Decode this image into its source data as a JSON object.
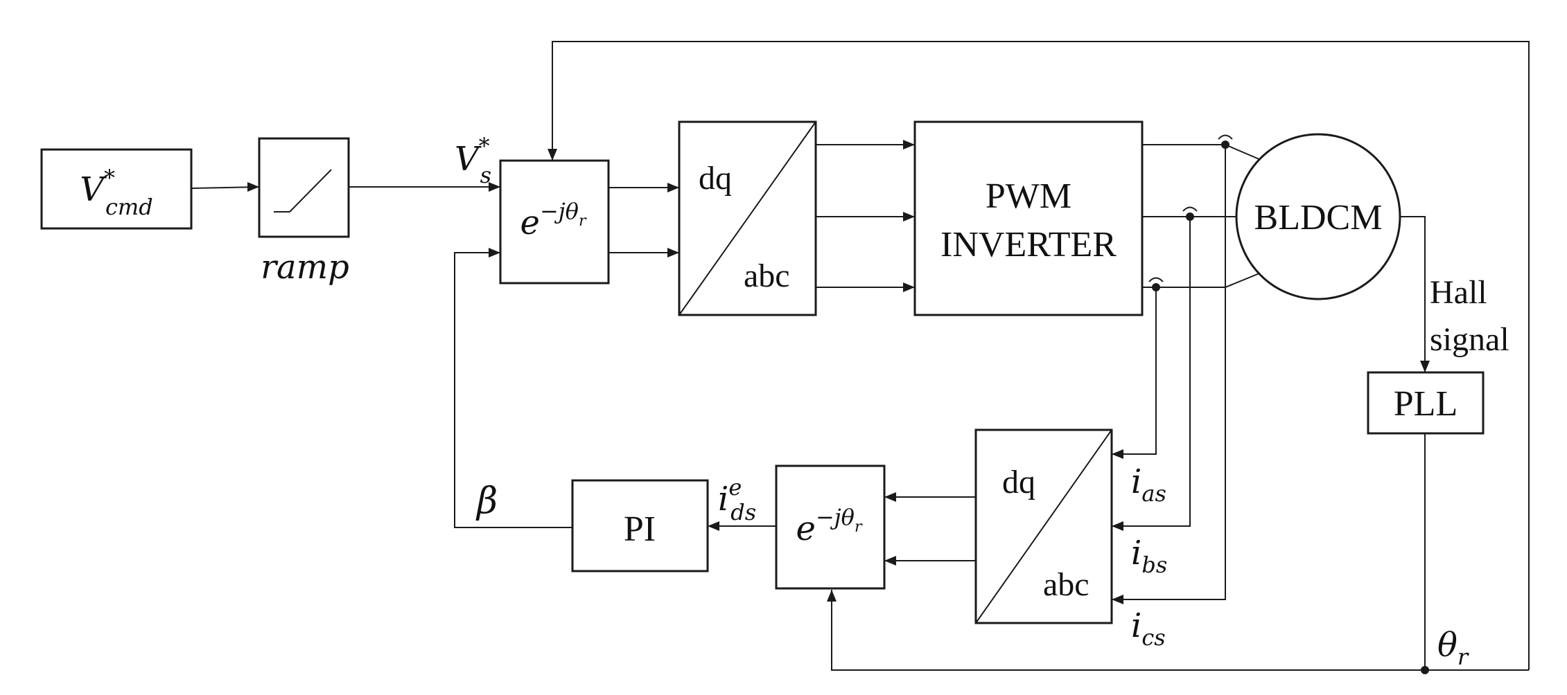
{
  "blocks": {
    "vcmd": {
      "symbol": "V",
      "sup": "*",
      "sub": "cmd"
    },
    "ramp_label": "ramp",
    "rotation1": {
      "base": "e",
      "exponent": "−jθ",
      "exp_sub": "r"
    },
    "converter1": {
      "top": "dq",
      "bottom": "abc"
    },
    "inverter": {
      "line1": "PWM",
      "line2": "INVERTER"
    },
    "motor": "BLDCM",
    "pll": "PLL",
    "converter2": {
      "top": "dq",
      "bottom": "abc"
    },
    "rotation2": {
      "base": "e",
      "exponent": "−jθ",
      "exp_sub": "r"
    },
    "pi": "PI"
  },
  "signals": {
    "vs": {
      "symbol": "V",
      "sup": "*",
      "sub": "s"
    },
    "beta": "β",
    "ids": {
      "symbol": "i",
      "sup": "e",
      "sub": "ds"
    },
    "ias": {
      "symbol": "i",
      "sub": "as"
    },
    "ibs": {
      "symbol": "i",
      "sub": "bs"
    },
    "ics": {
      "symbol": "i",
      "sub": "cs"
    },
    "hall": {
      "line1": "Hall",
      "line2": "signal"
    },
    "theta": {
      "symbol": "θ",
      "sub": "r"
    }
  },
  "colors": {
    "stroke": "#1a1a1a",
    "background": "#ffffff"
  }
}
